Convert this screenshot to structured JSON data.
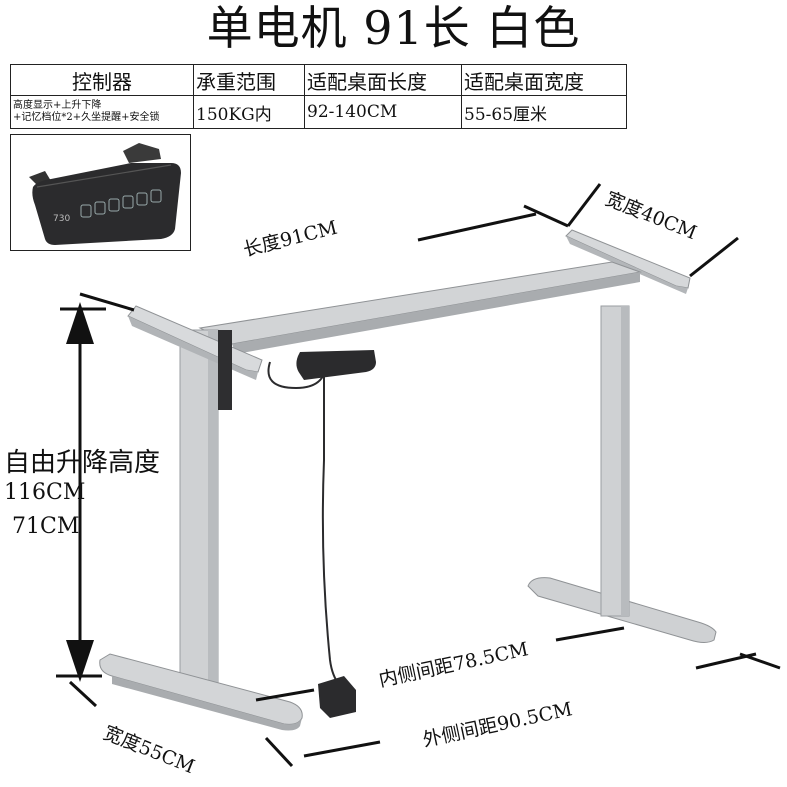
{
  "title": "单电机 91长 白色",
  "spec_table": {
    "headers": [
      "控制器",
      "承重范围",
      "适配桌面长度",
      "适配桌面宽度"
    ],
    "controller_features_line1": "高度显示+上升下降",
    "controller_features_line2": "+记忆档位*2+久坐提醒+安全锁",
    "load": "150KG内",
    "top_length": "92-140CM",
    "top_width": "55-65厘米"
  },
  "controller_display": "730",
  "dimensions": {
    "length": "长度91CM",
    "top_width": "宽度40CM",
    "lift_label": "自由升降高度",
    "height_max": "116CM",
    "height_min": "71CM",
    "inner_spacing": "内侧间距78.5CM",
    "outer_spacing": "外侧间距90.5CM",
    "base_width": "宽度55CM"
  },
  "colors": {
    "frame": "#cfd1d3",
    "frame_shade": "#a9acaf",
    "controller": "#2b2b2d",
    "ink": "#111111"
  }
}
